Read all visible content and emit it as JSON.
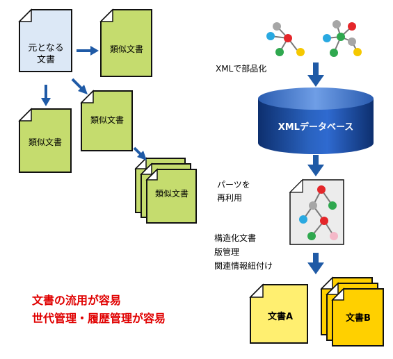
{
  "documents": {
    "source_line1": "元となる",
    "source_line2": "文書",
    "similar": "類似文書"
  },
  "steps": {
    "xml_parts": "XMLで部品化",
    "database": "XMLデータベース",
    "reuse_line1": "パーツを",
    "reuse_line2": "再利用",
    "feature1": "構造化文書",
    "feature2": "版管理",
    "feature3": "関連情報紐付け"
  },
  "outputs": {
    "doc_a": "文書A",
    "doc_b": "文書B"
  },
  "benefits": {
    "line1": "文書の流用が容易",
    "line2": "世代管理・履歴管理が容易"
  },
  "colors": {
    "source_doc_fill": "#dce8f6",
    "similar_doc_fill": "#c5dc6e",
    "arrow_blue": "#1f5aa6",
    "db_blue": "#1d4fa0",
    "doc_a_fill": "#ffef70",
    "doc_b_fill": "#ffd000",
    "benefit_red": "#e00000",
    "node_red": "#e4262a",
    "node_gray": "#a6a6a6",
    "node_cyan": "#29a9e1",
    "node_green": "#2fa84f",
    "node_yellow": "#f5c800",
    "node_pink": "#f4b8c8"
  }
}
